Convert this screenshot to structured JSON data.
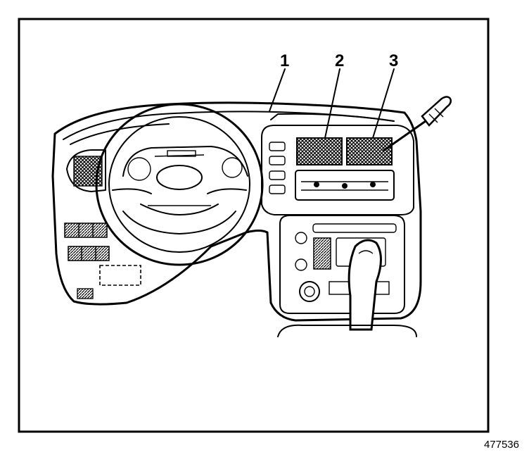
{
  "diagram": {
    "callouts": [
      {
        "id": "1",
        "label": "1"
      },
      {
        "id": "2",
        "label": "2"
      },
      {
        "id": "3",
        "label": "3"
      }
    ],
    "figure_number": "477536"
  }
}
